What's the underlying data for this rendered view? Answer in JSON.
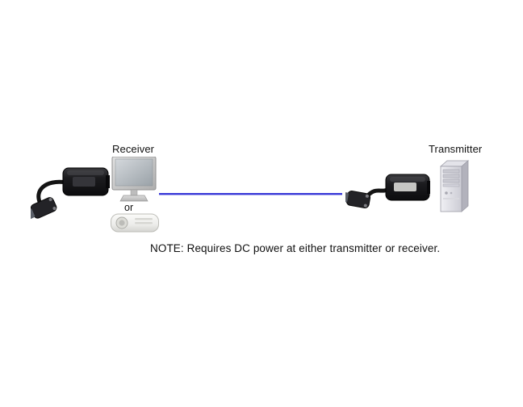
{
  "diagram": {
    "labels": {
      "receiver": "Receiver",
      "transmitter": "Transmitter",
      "or": "or"
    },
    "note": "NOTE: Requires DC power at either transmitter or receiver.",
    "line_color": "#3a3ad8",
    "icons": {
      "receiver_device": "vga-extender-dongle-with-cable",
      "monitor": "flat-panel-monitor",
      "projector": "projector",
      "transmitter_device": "vga-extender-dongle-with-cable",
      "tower": "desktop-tower-pc"
    }
  }
}
